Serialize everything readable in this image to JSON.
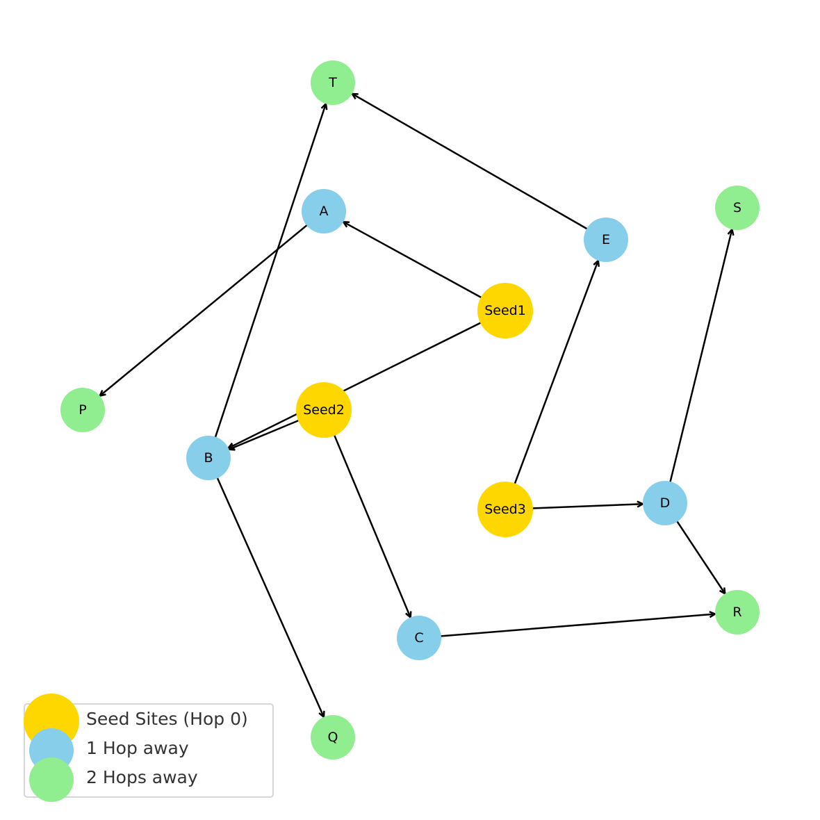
{
  "colors": {
    "seed": "#FFD700",
    "hop1": "#87CEEB",
    "hop2": "#90EE90",
    "edge": "#000000"
  },
  "nodes": [
    {
      "id": "Seed1",
      "hop": 0
    },
    {
      "id": "Seed2",
      "hop": 0
    },
    {
      "id": "Seed3",
      "hop": 0
    },
    {
      "id": "A",
      "hop": 1
    },
    {
      "id": "B",
      "hop": 1
    },
    {
      "id": "C",
      "hop": 1
    },
    {
      "id": "D",
      "hop": 1
    },
    {
      "id": "E",
      "hop": 1
    },
    {
      "id": "P",
      "hop": 2
    },
    {
      "id": "Q",
      "hop": 2
    },
    {
      "id": "R",
      "hop": 2
    },
    {
      "id": "S",
      "hop": 2
    },
    {
      "id": "T",
      "hop": 2
    }
  ],
  "edges": [
    [
      "Seed1",
      "A"
    ],
    [
      "Seed1",
      "B"
    ],
    [
      "Seed2",
      "B"
    ],
    [
      "Seed2",
      "C"
    ],
    [
      "Seed3",
      "E"
    ],
    [
      "Seed3",
      "D"
    ],
    [
      "A",
      "P"
    ],
    [
      "B",
      "T"
    ],
    [
      "B",
      "Q"
    ],
    [
      "E",
      "T"
    ],
    [
      "D",
      "S"
    ],
    [
      "D",
      "R"
    ],
    [
      "C",
      "R"
    ]
  ],
  "legend": [
    {
      "label": "Seed Sites (Hop 0)",
      "hop": 0
    },
    {
      "label": "1 Hop away",
      "hop": 1
    },
    {
      "label": "2 Hops away",
      "hop": 2
    }
  ]
}
